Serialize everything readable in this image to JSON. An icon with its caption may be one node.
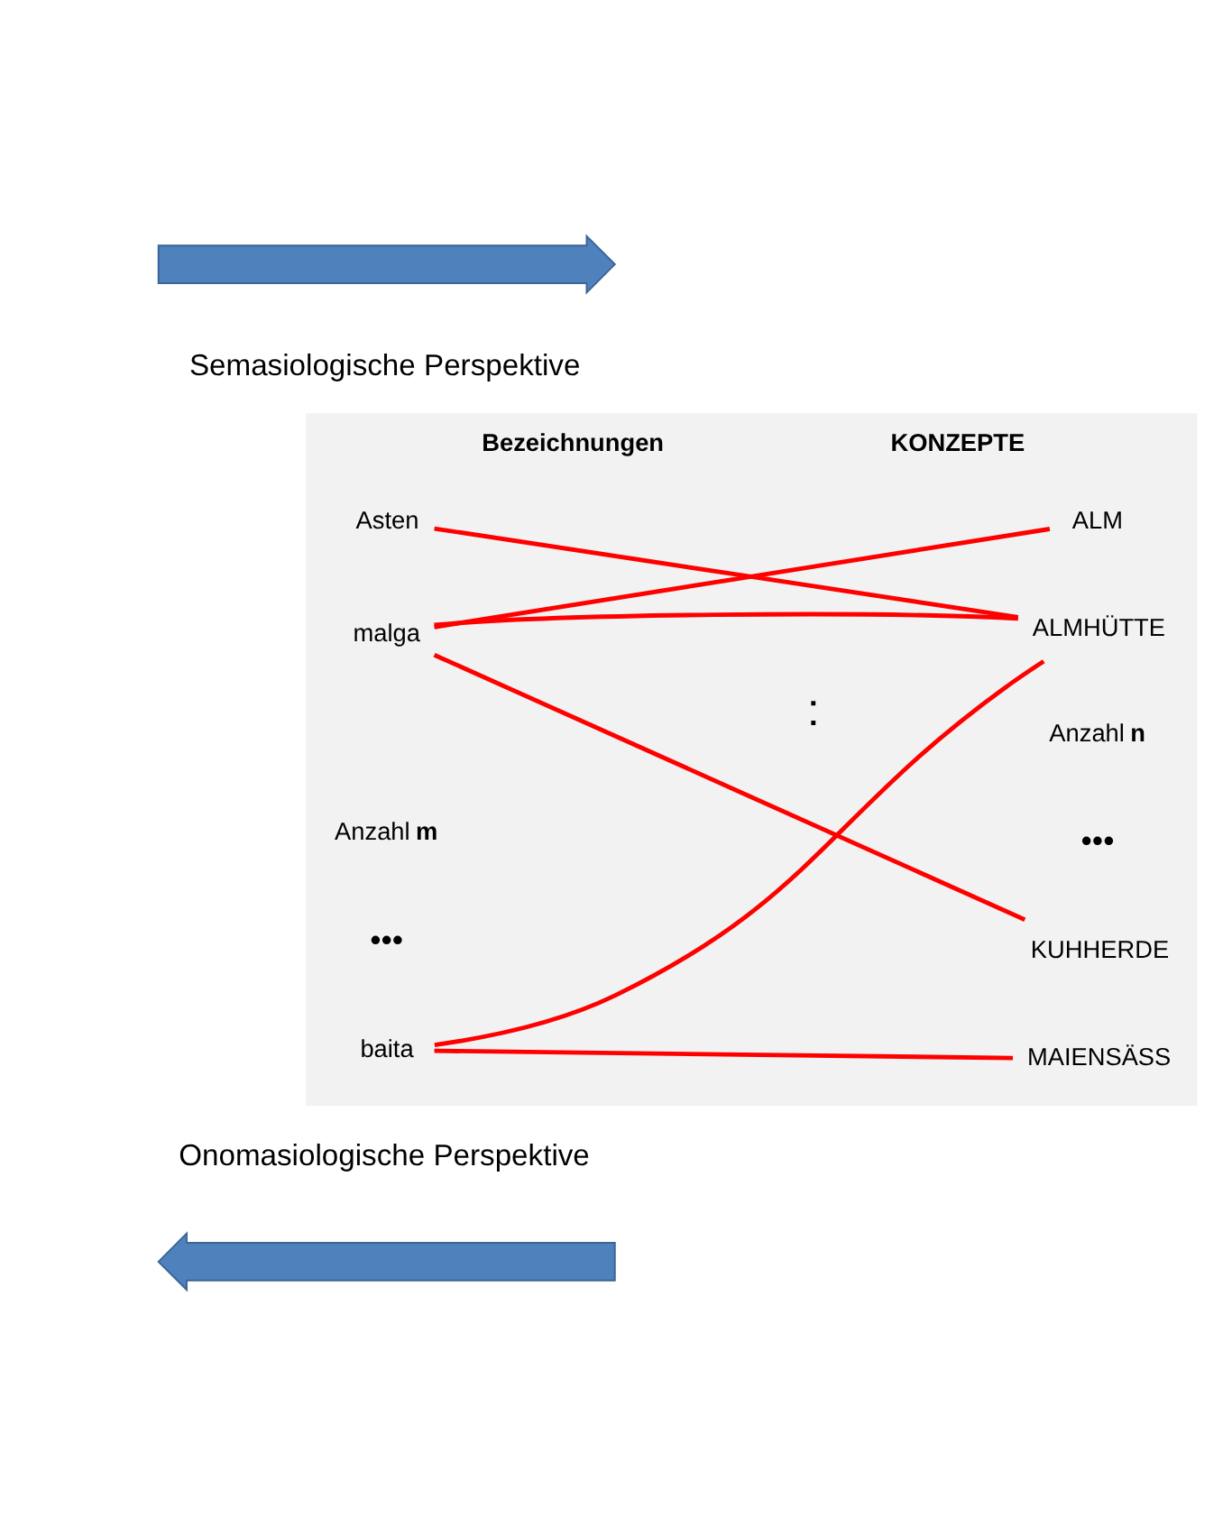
{
  "diagram": {
    "nodes": [
      {
        "text": [
          "Bezeichnungen",
          "KONZEPTE"
        ]
      },
      {
        "text": [
          "Asten"
        ],
        "in": 0
      },
      {
        "text": [
          "malga"
        ],
        "in": 0
      },
      {
        "text": [
          "baita"
        ],
        "in": 0
      },
      {
        "text": [
          "ALM"
        ],
        "in": 0
      },
      {
        "text": [
          "ALMHÜTTE"
        ],
        "in": 0
      },
      {
        "text": [
          "KUHHERDE"
        ],
        "in": 0
      },
      {
        "text": [
          "MAIENSÄSS"
        ],
        "in": 0
      },
      {
        "text": [],
        "shape": "arrow"
      },
      {
        "text": [],
        "shape": "arrow"
      }
    ],
    "edges": [
      {
        "from": 1,
        "to": 5,
        "arrow": "none",
        "color": "#ff0000"
      },
      {
        "from": 2,
        "to": 4,
        "arrow": "none",
        "color": "#ff0000"
      },
      {
        "from": 2,
        "to": 5,
        "arrow": "none",
        "color": "#ff0000"
      },
      {
        "from": 2,
        "to": 6,
        "arrow": "none",
        "color": "#ff0000"
      },
      {
        "from": 3,
        "to": 5,
        "arrow": "none",
        "color": "#ff0000"
      },
      {
        "from": 3,
        "to": 7,
        "arrow": "none",
        "color": "#ff0000"
      }
    ],
    "labels": [
      "Onomasiologische Perspektive",
      "•••",
      "•••",
      "Anzahl **m**",
      ":",
      "Anzahl **n**",
      "Semasiologische Perspektive"
    ]
  }
}
